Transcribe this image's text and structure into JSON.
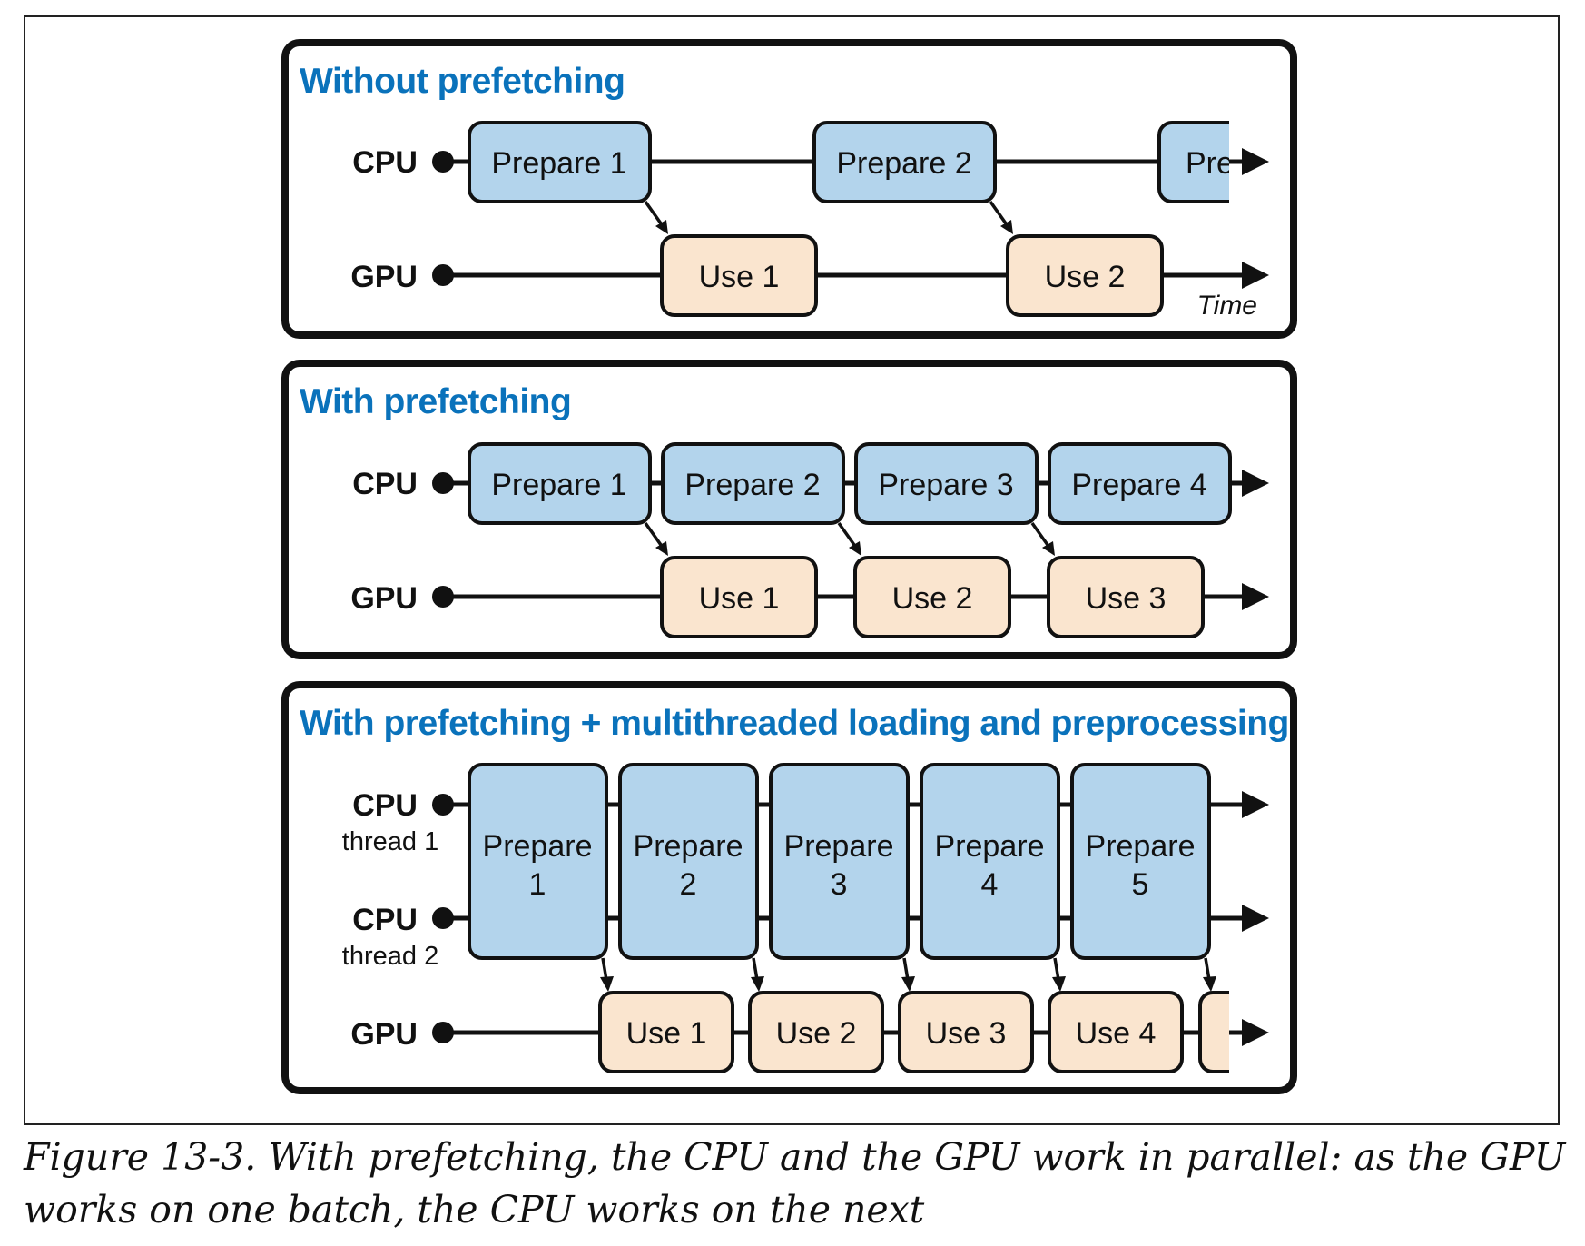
{
  "panels": [
    {
      "title": "Without prefetching",
      "rows": [
        {
          "label": "CPU",
          "boxes": [
            "Prepare 1",
            "Prepare 2",
            "Pre"
          ]
        },
        {
          "label": "GPU",
          "boxes": [
            "Use 1",
            "Use 2"
          ]
        }
      ],
      "time_label": "Time"
    },
    {
      "title": "With prefetching",
      "rows": [
        {
          "label": "CPU",
          "boxes": [
            "Prepare 1",
            "Prepare 2",
            "Prepare 3",
            "Prepare 4"
          ]
        },
        {
          "label": "GPU",
          "boxes": [
            "Use 1",
            "Use 2",
            "Use 3"
          ]
        }
      ]
    },
    {
      "title": "With prefetching + multithreaded loading and preprocessing",
      "rows": [
        {
          "label": "CPU",
          "sublabel": "thread 1"
        },
        {
          "label": "CPU",
          "sublabel": "thread 2"
        },
        {
          "label": "GPU",
          "boxes": [
            "Use 1",
            "Use 2",
            "Use 3",
            "Use 4"
          ]
        }
      ],
      "tall_boxes": [
        {
          "line1": "Prepare",
          "line2": "1"
        },
        {
          "line1": "Prepare",
          "line2": "2"
        },
        {
          "line1": "Prepare",
          "line2": "3"
        },
        {
          "line1": "Prepare",
          "line2": "4"
        },
        {
          "line1": "Prepare",
          "line2": "5"
        }
      ]
    }
  ],
  "caption": "Figure 13-3. With prefetching, the CPU and the GPU work in parallel: as the GPU works on one batch, the CPU works on the next",
  "colors": {
    "title": "#0a72bb",
    "prepare_fill": "#b3d4ec",
    "use_fill": "#fae5cf",
    "stroke": "#111111"
  }
}
